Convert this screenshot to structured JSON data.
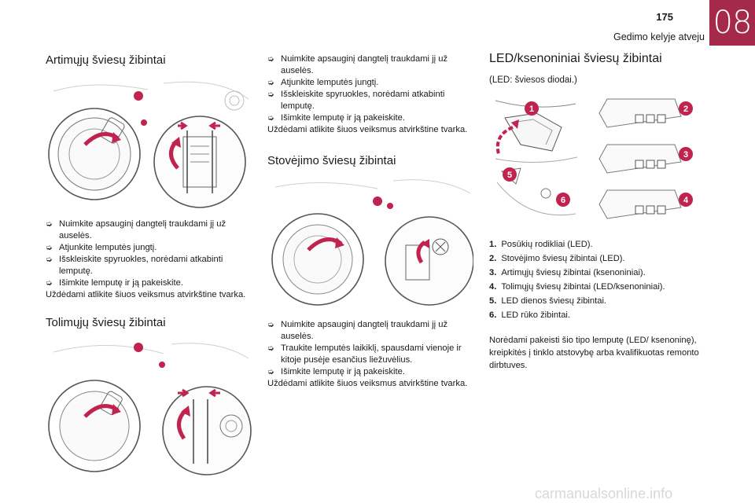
{
  "header": {
    "page_number": "175",
    "chapter_title": "Gedimo kelyje atveju",
    "chapter_number": "08",
    "chapter_color": "#a52a4a"
  },
  "dipped": {
    "title": "Artimųjų šviesų žibintai",
    "steps": [
      "Nuimkite apsauginį dangtelį traukdami jį už auselės.",
      "Atjunkite lemputės jungtį.",
      "Išskleiskite spyruokles, norėdami atkabinti lemputę.",
      "Išimkite lemputę ir ją pakeiskite."
    ],
    "footer": "Uždėdami atlikite šiuos veiksmus atvirkštine tvarka."
  },
  "main_beam": {
    "title": "Tolimųjų šviesų žibintai",
    "steps": [
      "Nuimkite apsauginį dangtelį traukdami jį už auselės.",
      "Atjunkite lemputės jungtį.",
      "Išskleiskite spyruokles, norėdami atkabinti lemputę.",
      "Išimkite lemputę ir ją pakeiskite."
    ],
    "footer": "Uždėdami atlikite šiuos veiksmus atvirkštine tvarka."
  },
  "parking": {
    "title": "Stovėjimo šviesų žibintai",
    "steps": [
      "Nuimkite apsauginį dangtelį traukdami jį už auselės.",
      "Traukite lemputės laikiklį, spausdami vienoje ir kitoje pusėje esančius liežuvėlius.",
      "Išimkite lemputę ir ją pakeiskite."
    ],
    "footer": "Uždėdami atlikite šiuos veiksmus atvirkštine tvarka."
  },
  "led": {
    "title": "LED/ksenoniniai šviesų žibintai",
    "subtitle": "(LED: šviesos diodai.)",
    "markers": [
      "1",
      "2",
      "3",
      "4",
      "5",
      "6"
    ],
    "items": [
      {
        "n": "1.",
        "text": "Posūkių rodikliai (LED)."
      },
      {
        "n": "2.",
        "text": "Stovėjimo šviesų žibintai (LED)."
      },
      {
        "n": "3.",
        "text": "Artimųjų šviesų žibintai (ksenoniniai)."
      },
      {
        "n": "4.",
        "text": "Tolimųjų šviesų žibintai (LED/ksenoniniai)."
      },
      {
        "n": "5.",
        "text": "LED dienos šviesų žibintai."
      },
      {
        "n": "6.",
        "text": "LED rūko žibintai."
      }
    ],
    "note": "Norėdami pakeisti šio tipo lemputę (LED/ ksenoninę), kreipkitės į tinklo atstovybę arba kvalifikuotas remonto dirbtuves."
  },
  "colors": {
    "marker": "#c0234e",
    "arrow": "#c0234e",
    "line": "#555555",
    "light_line": "#bdbdbd"
  },
  "bullet_icon": "arrow-bullet-icon",
  "watermark": "carmanualsonline.info"
}
